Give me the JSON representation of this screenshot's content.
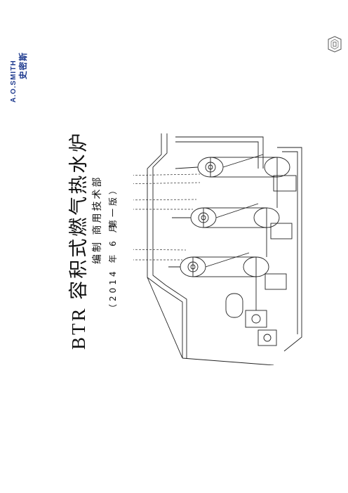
{
  "brand": {
    "name_en": "A.O.SMITH",
    "name_cn": "史密斯"
  },
  "cover": {
    "title": "BTR 容积式燃气热水炉",
    "compiled_by": "编制  商用技术部",
    "date": "（2014 年 6 月",
    "edition": "第一版）"
  },
  "icons": {
    "emblem": "badge-emblem-icon",
    "illustration": "water-heater-system-drawing"
  },
  "colors": {
    "brand_blue": "#1f3b8f",
    "line": "#222222"
  }
}
